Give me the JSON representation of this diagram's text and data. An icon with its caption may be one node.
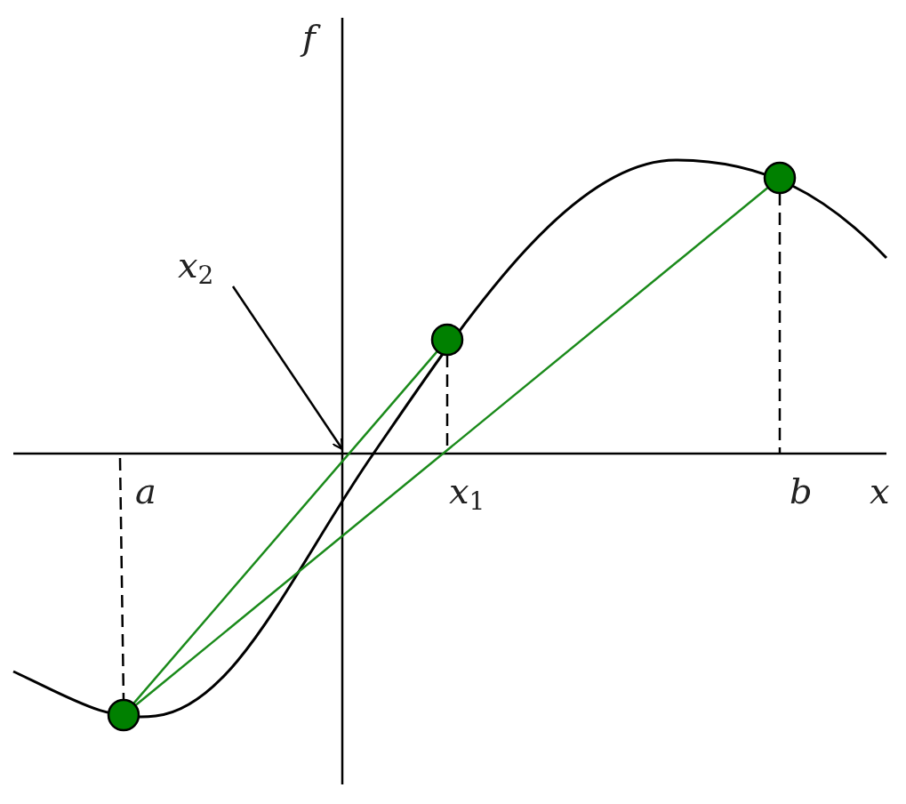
{
  "diagram": {
    "nodes": [
      {
        "text": [
          "x$_{2}$"
        ]
      },
      {
        "text": [],
        "shape": "circle"
      },
      {
        "text": [],
        "shape": "circle"
      },
      {
        "text": [],
        "shape": "circle"
      }
    ],
    "edges": [
      {
        "from": 0,
        "to": null,
        "arrow": "to",
        "color": "#000000"
      },
      {
        "from": 1,
        "to": 2,
        "arrow": "none"
      },
      {
        "from": 1,
        "to": 3,
        "arrow": "none"
      }
    ],
    "labels": [
      "f",
      "a",
      "x$_{1}$",
      "b",
      "x"
    ]
  }
}
